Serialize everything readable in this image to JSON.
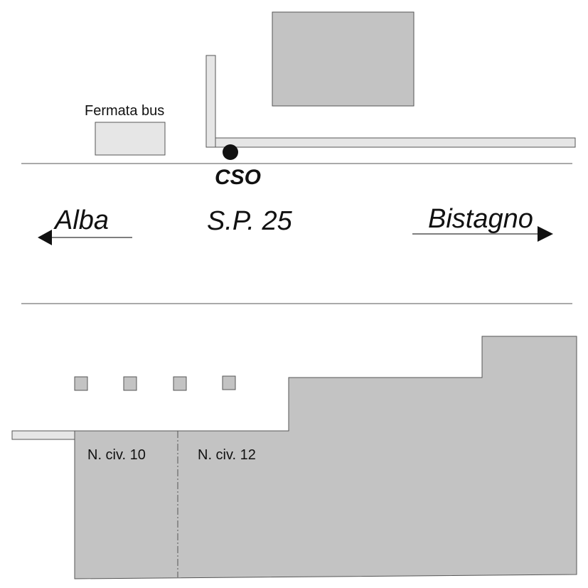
{
  "labels": {
    "bus_stop": "Fermata bus",
    "point": "CSO",
    "road": "S.P. 25",
    "left_direction": "Alba",
    "right_direction": "Bistagno",
    "house_10": "N. civ. 10",
    "house_12": "N. civ. 12"
  },
  "colors": {
    "building_fill": "#c3c3c3",
    "light_fill": "#e6e6e6",
    "line": "#555555",
    "point": "#111111"
  }
}
